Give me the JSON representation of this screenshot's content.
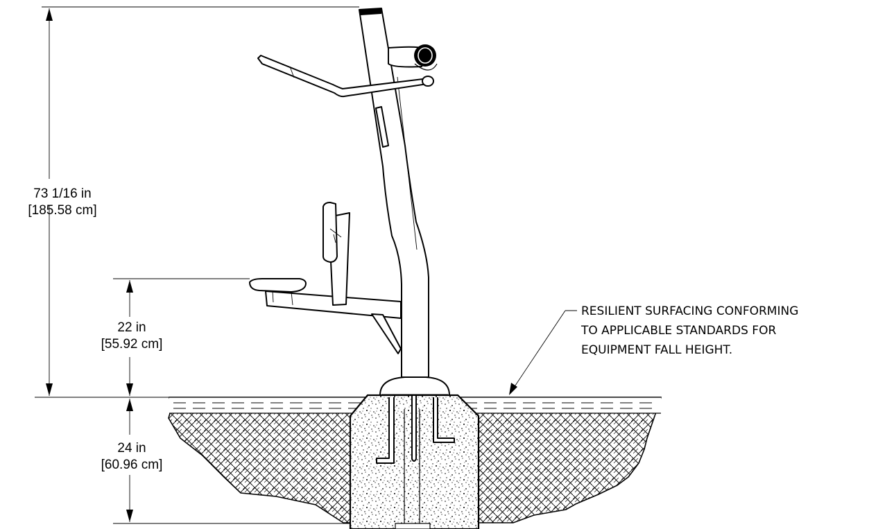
{
  "dimensions": {
    "total_height": {
      "imperial": "73 1/16 in",
      "metric": "[185.58 cm]"
    },
    "seat_height": {
      "imperial": "22 in",
      "metric": "[55.92 cm]"
    },
    "footing_depth": {
      "imperial": "24 in",
      "metric": "[60.96 cm]"
    }
  },
  "note": {
    "lines": [
      "RESILIENT SURFACING CONFORMING",
      "TO APPLICABLE STANDARDS FOR",
      "EQUIPMENT FALL HEIGHT."
    ]
  }
}
